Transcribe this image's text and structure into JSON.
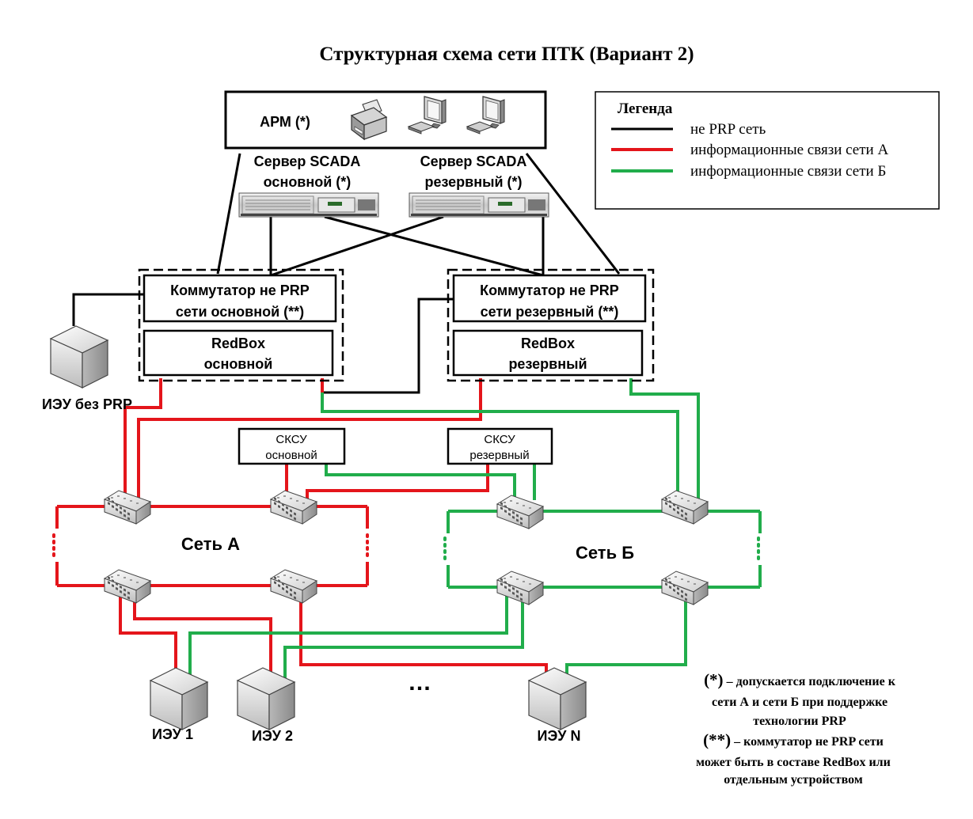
{
  "title": "Структурная схема сети ПТК (Вариант 2)",
  "arm_label": "АРМ (*)",
  "servers": {
    "main": [
      "Сервер SCADA",
      "основной (*)"
    ],
    "backup": [
      "Сервер SCADA",
      "резервный (*)"
    ]
  },
  "switch_main": [
    "Коммутатор не PRP",
    "сети основной (**)"
  ],
  "switch_backup": [
    "Коммутатор не PRP",
    "сети резервный (**)"
  ],
  "redbox_main": [
    "RedBox",
    "основной"
  ],
  "redbox_backup": [
    "RedBox",
    "резервный"
  ],
  "iedu_no_prp": "ИЭУ без PRP",
  "sksu_main": [
    "СКСУ",
    "основной"
  ],
  "sksu_backup": [
    "СКСУ",
    "резервный"
  ],
  "net_a": "Сеть А",
  "net_b": "Сеть Б",
  "iedu": [
    "ИЭУ 1",
    "ИЭУ 2",
    "ИЭУ N"
  ],
  "ellipsis": "…",
  "legend": {
    "title": "Легенда",
    "items": [
      {
        "label": "не PRP сеть",
        "color": "#000000"
      },
      {
        "label": "информационные связи сети А",
        "color": "#e4151b"
      },
      {
        "label": "информационные связи сети Б",
        "color": "#21ad4b"
      }
    ]
  },
  "notes": {
    "note1_mark": "(*)",
    "note1_lines": [
      " – допускается подключение к",
      "сети А и сети Б при поддержке",
      "технологии PRP"
    ],
    "note2_mark": "(**)",
    "note2_lines": [
      " – коммутатор не PRP сети",
      "может быть в составе RedBox или",
      "отдельным устройством"
    ]
  },
  "icons": [
    "printer-icon",
    "computer-icon",
    "computer-icon",
    "server-icon",
    "server-icon",
    "switch-icon",
    "device-icon"
  ]
}
